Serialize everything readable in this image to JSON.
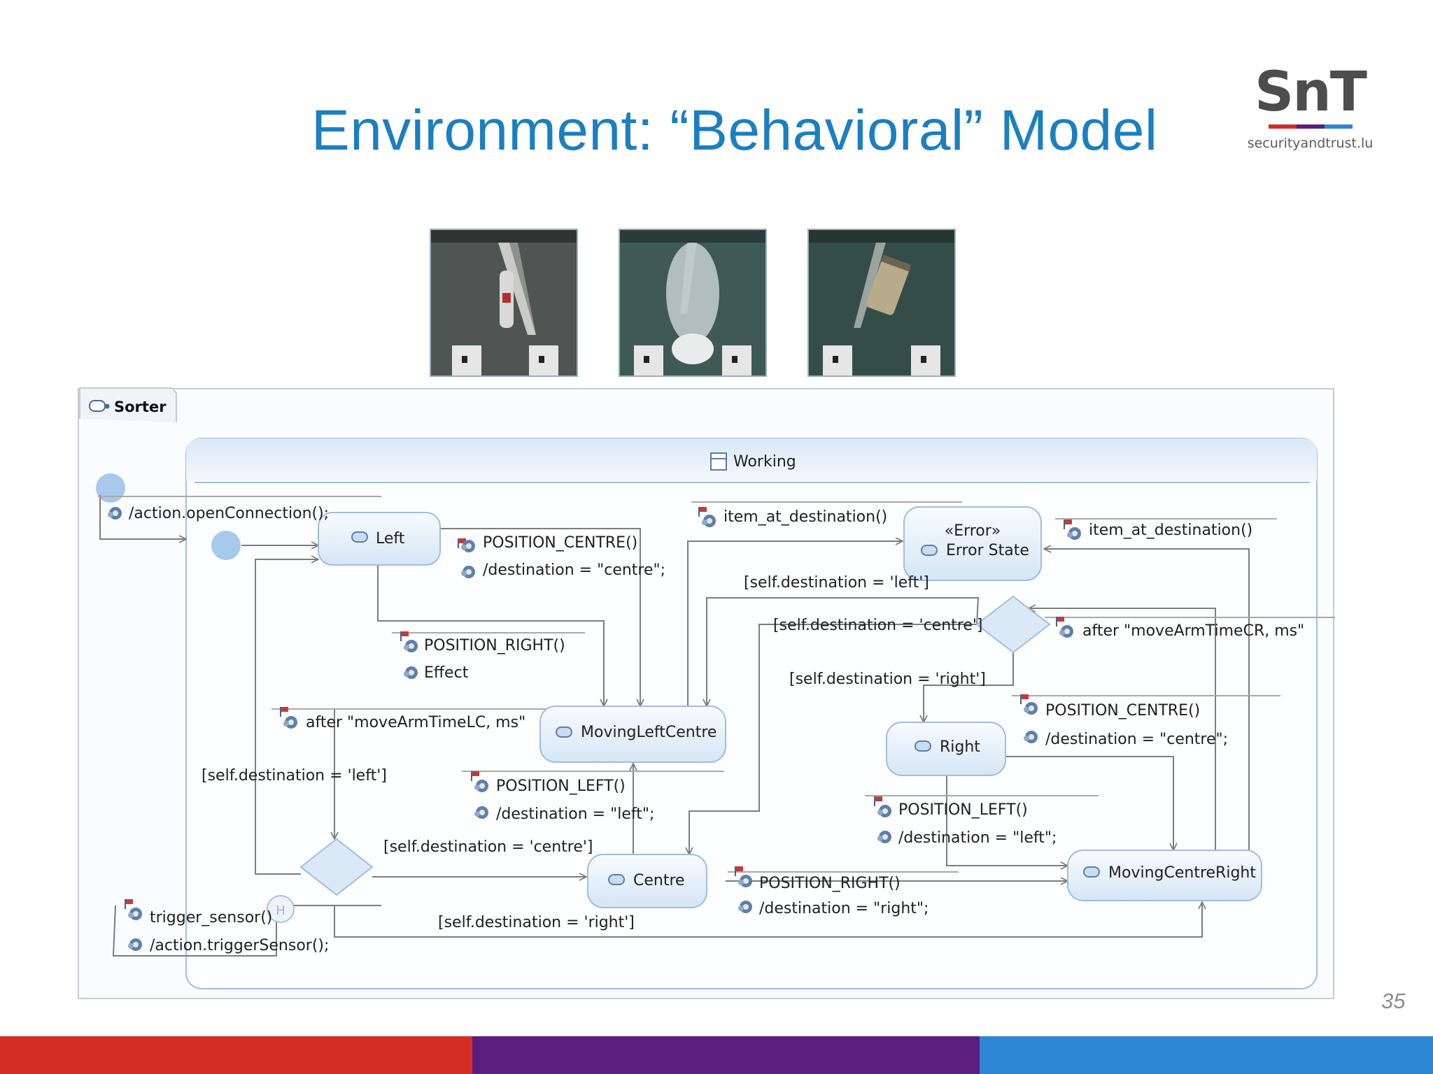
{
  "slide": {
    "title": "Environment: “Behavioral” Model",
    "page_number": "35",
    "logo": {
      "mark": "SnT",
      "tagline": "securityandtrust.lu"
    },
    "colors": {
      "title": "#1b7fc0",
      "bar_red": "#d42e24",
      "bar_purple": "#5a1f7c",
      "bar_blue": "#3086d6"
    }
  },
  "diagram": {
    "frame_label": "Sorter",
    "composite_state": "Working",
    "states": {
      "left": "Left",
      "error_stereotype": "«Error»",
      "error": "Error State",
      "moving_left_centre": "MovingLeftCentre",
      "right": "Right",
      "centre": "Centre",
      "moving_centre_right": "MovingCentreRight",
      "history": "H"
    },
    "labels": {
      "open_connection": "/action.openConnection();",
      "position_centre_1": "POSITION_CENTRE()",
      "dest_centre_1": "/destination = \"centre\";",
      "item_at_dest_1": "item_at_destination()",
      "item_at_dest_2": "item_at_destination()",
      "guard_left_top": "[self.destination = 'left']",
      "guard_centre_top": "[self.destination = 'centre']",
      "after_cr": "after \"moveArmTimeCR, ms\"",
      "guard_right_top": "[self.destination = 'right']",
      "position_right_1": "POSITION_RIGHT()",
      "effect": "Effect",
      "after_lc": "after \"moveArmTimeLC, ms\"",
      "position_centre_2": "POSITION_CENTRE()",
      "dest_centre_2": "/destination = \"centre\";",
      "guard_left_bottom": "[self.destination = 'left']",
      "position_left_1": "POSITION_LEFT()",
      "dest_left_1": "/destination = \"left\";",
      "position_left_2": "POSITION_LEFT()",
      "dest_left_2": "/destination = \"left\";",
      "guard_centre_bottom": "[self.destination = 'centre']",
      "position_right_2": "POSITION_RIGHT()",
      "dest_right": "/destination = \"right\";",
      "trigger_sensor": "trigger_sensor()",
      "action_trigger": "/action.triggerSensor();",
      "guard_right_bottom": "[self.destination = 'right']"
    }
  }
}
